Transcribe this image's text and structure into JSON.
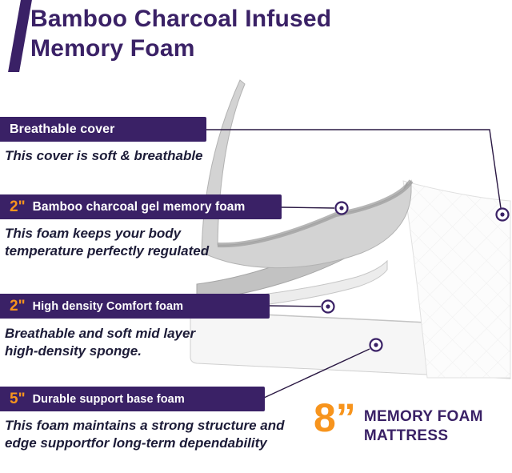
{
  "page": {
    "title": "Bamboo Charcoal Infused\nMemory Foam"
  },
  "callouts": [
    {
      "size": "",
      "label": "Breathable cover",
      "desc": "This cover is soft & breathable"
    },
    {
      "size": "2\"",
      "label": "Bamboo charcoal gel  memory foam",
      "desc": "This foam keeps your body\ntemperature perfectly regulated"
    },
    {
      "size": "2\"",
      "label": "High density Comfort foam",
      "desc": "Breathable and soft mid layer\nhigh-density sponge."
    },
    {
      "size": "5\"",
      "label": "Durable support base foam",
      "desc": "This foam maintains a strong structure and\nedge supportfor long-term dependability"
    }
  ],
  "footer": {
    "size": "8”",
    "label": "MEMORY FOAM\nMATTRESS"
  },
  "colors": {
    "purple": "#3A2166",
    "orange": "#F7941D"
  }
}
